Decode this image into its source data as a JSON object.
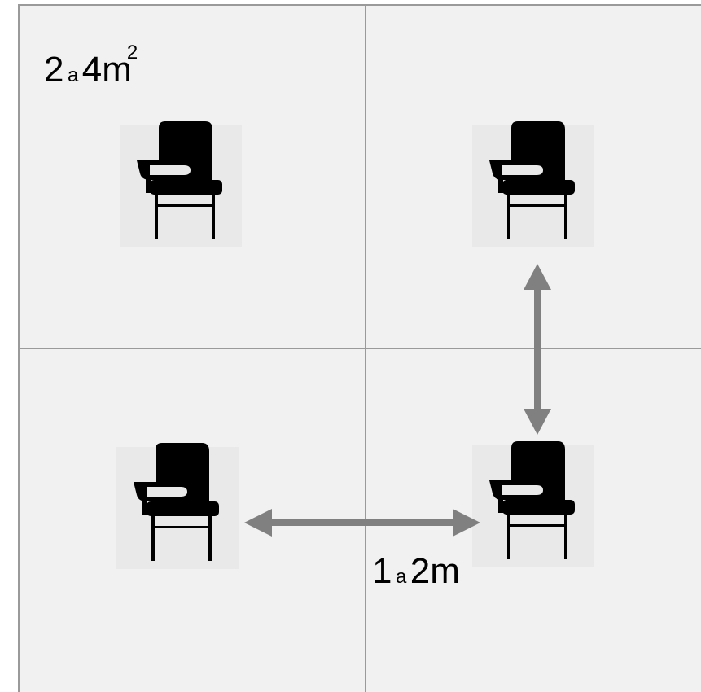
{
  "colors": {
    "background": "#f1f1f1",
    "grid_line": "#9a9a9a",
    "arrow": "#808080",
    "chair": "#000000",
    "chair_halo": "#e9e9e9"
  },
  "icons": {
    "chair": "school-desk-chair-icon",
    "arrow": "double-headed-arrow-icon"
  },
  "labels": {
    "area": {
      "from": "2",
      "connector": "a",
      "to": "4m",
      "exponent": "2"
    },
    "distance": {
      "from": "1",
      "connector": "a",
      "to": "2m"
    }
  }
}
